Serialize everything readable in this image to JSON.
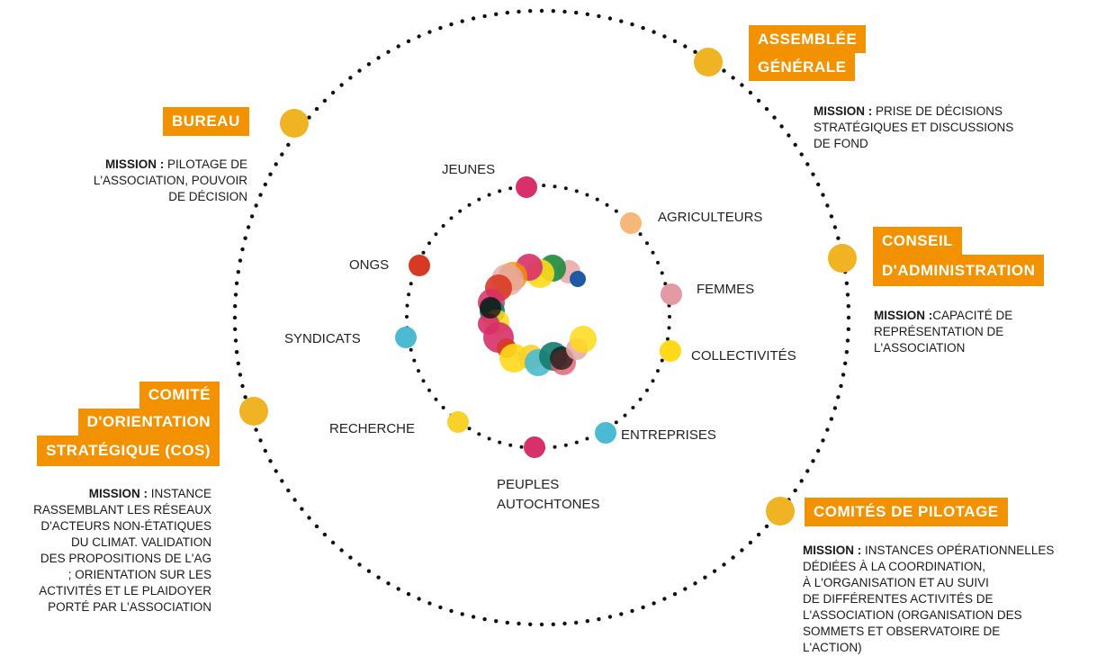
{
  "colors": {
    "accent_orange": "#F39200",
    "node_gold": "#F0B323",
    "dots": "#111111",
    "group_colors": [
      "#D7306A",
      "#F5B87A",
      "#E49AA5",
      "#FFD91A",
      "#4BBAD2",
      "#D7306A",
      "#F8D12A",
      "#4BBAD2",
      "#D73A22"
    ]
  },
  "governance": [
    {
      "id": "ag",
      "title_lines": [
        "ASSEMBLÉE",
        "GÉNÉRALE"
      ],
      "mission_label": "MISSION :",
      "mission_lines": [
        "PRISE DE DÉCISIONS",
        "STRATÉGIQUES ET DISCUSSIONS",
        "DE FOND"
      ]
    },
    {
      "id": "bureau",
      "title_lines": [
        "BUREAU"
      ],
      "mission_label": "MISSION :",
      "mission_lines": [
        "PILOTAGE DE",
        "L'ASSOCIATION, POUVOIR",
        "DE DÉCISION"
      ]
    },
    {
      "id": "ca",
      "title_lines": [
        "CONSEIL",
        "D'ADMINISTRATION"
      ],
      "mission_label": "MISSION :",
      "mission_lines": [
        "CAPACITÉ DE",
        "REPRÉSENTATION DE",
        "L'ASSOCIATION"
      ]
    },
    {
      "id": "cos",
      "title_lines": [
        "COMITÉ",
        "D'ORIENTATION",
        "STRATÉGIQUE (COS)"
      ],
      "mission_label": "MISSION :",
      "mission_lines": [
        "INSTANCE",
        "RASSEMBLANT LES RÉSEAUX",
        "D'ACTEURS NON-ÉTATIQUES",
        "DU CLIMAT. VALIDATION",
        "DES PROPOSITIONS DE L'AG",
        "; ORIENTATION SUR LES",
        "ACTIVITÉS ET LE PLAIDOYER",
        "PORTÉ PAR L'ASSOCIATION"
      ]
    },
    {
      "id": "cp",
      "title_lines": [
        "COMITÉS DE PILOTAGE"
      ],
      "mission_label": "MISSION :",
      "mission_lines": [
        "INSTANCES OPÉRATIONNELLES",
        "DÉDIÉES À LA COORDINATION,",
        "À L'ORGANISATION ET AU SUIVI",
        "DE DIFFÉRENTES ACTIVITÉS DE",
        "L'ASSOCIATION (ORGANISATION DES",
        "SOMMETS ET OBSERVATOIRE DE",
        "L'ACTION)"
      ]
    }
  ],
  "groups": [
    {
      "id": "jeunes",
      "label": "JEUNES"
    },
    {
      "id": "agriculteurs",
      "label": "AGRICULTEURS"
    },
    {
      "id": "femmes",
      "label": "FEMMES"
    },
    {
      "id": "collectivites",
      "label": "COLLECTIVITÉS"
    },
    {
      "id": "entreprises",
      "label": "ENTREPRISES"
    },
    {
      "id": "peuples",
      "label": "PEUPLES AUTOCHTONES",
      "lines": [
        "PEUPLES",
        "AUTOCHTONES"
      ]
    },
    {
      "id": "recherche",
      "label": "RECHERCHE"
    },
    {
      "id": "syndicats",
      "label": "SYNDICATS"
    },
    {
      "id": "ongs",
      "label": "ONGS"
    }
  ]
}
